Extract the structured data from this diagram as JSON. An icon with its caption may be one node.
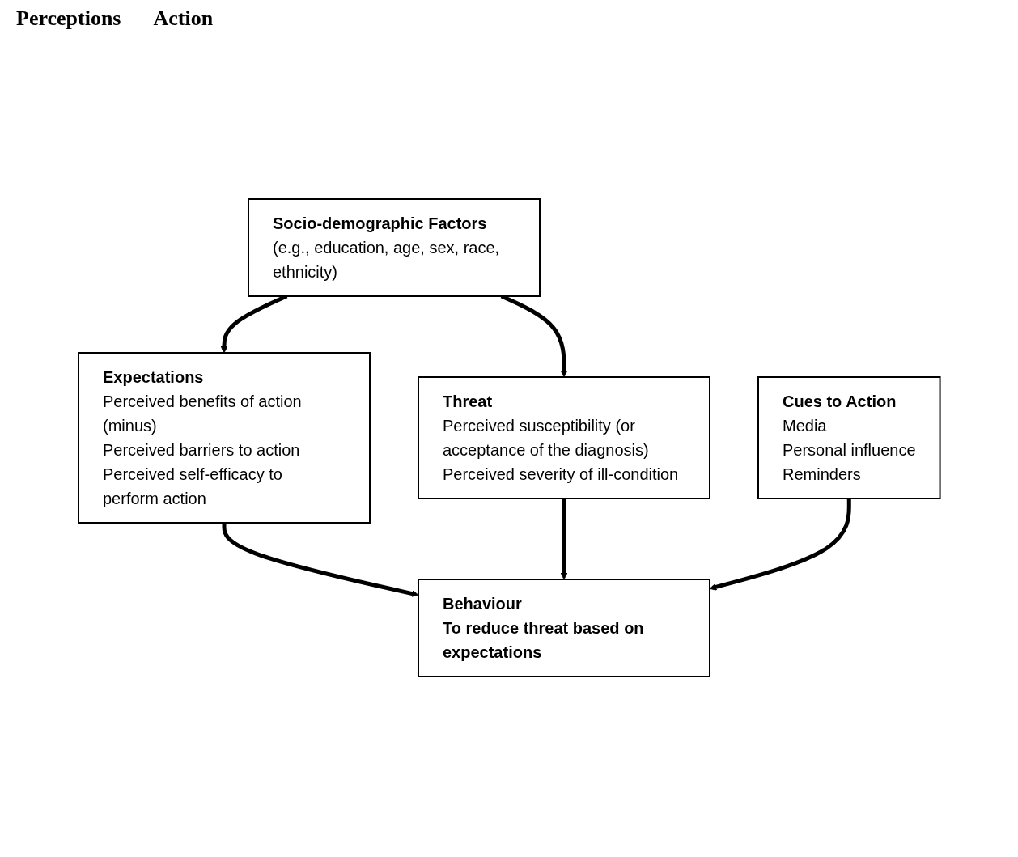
{
  "diagram": {
    "nodes": [
      {
        "text": [
          "Socio-demographic Factors",
          "(e.g., education, age, sex, race, ethnicity)"
        ]
      },
      {
        "text": [
          "Expectations",
          "Perceived benefits of action (minus)",
          "Perceived barriers to action",
          "Perceived self-efficacy to perform action"
        ]
      },
      {
        "text": [
          "Threat",
          "Perceived susceptibility (or acceptance of the diagnosis)",
          "Perceived severity of ill-condition"
        ]
      },
      {
        "text": [
          "Cues to Action",
          "Media",
          "Personal influence",
          "Reminders"
        ]
      },
      {
        "text": [
          "Behaviour",
          "To reduce threat based on expectations"
        ]
      }
    ],
    "edges": [
      {
        "from": 0,
        "to": 1,
        "arrow": "to"
      },
      {
        "from": 0,
        "to": 2,
        "arrow": "to"
      },
      {
        "from": 1,
        "to": 4,
        "arrow": "to"
      },
      {
        "from": 2,
        "to": 4,
        "arrow": "to"
      },
      {
        "from": 3,
        "to": 4,
        "arrow": "to"
      }
    ],
    "labels": [
      "Perceptions",
      "Action"
    ]
  }
}
